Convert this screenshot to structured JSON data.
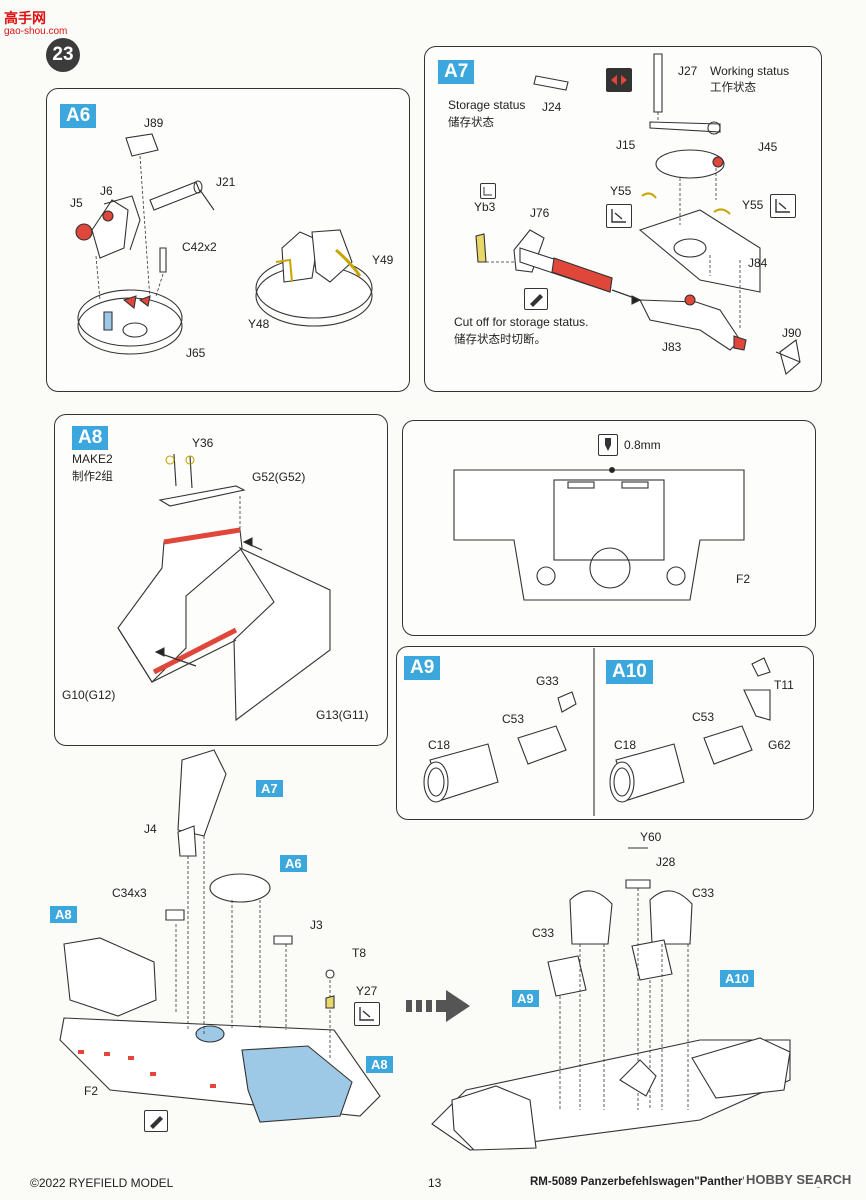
{
  "watermark": {
    "brand": "高手网",
    "url": "gao-shou.com"
  },
  "step_number": "23",
  "panels": {
    "a6": {
      "tag": "A6",
      "labels": {
        "j89": "J89",
        "j21": "J21",
        "j6": "J6",
        "j5": "J5",
        "c42": "C42x2",
        "y49": "Y49",
        "y48": "Y48",
        "j65": "J65"
      }
    },
    "a7": {
      "tag": "A7",
      "labels": {
        "j27": "J27",
        "working_en": "Working status",
        "working_cn": "工作状态",
        "storage_en": "Storage status",
        "storage_cn": "储存状态",
        "j24": "J24",
        "j15": "J15",
        "j45": "J45",
        "yb3": "Yb3",
        "j76": "J76",
        "y55a": "Y55",
        "y55b": "Y55",
        "j84": "J84",
        "cutoff_en": "Cut off for storage status.",
        "cutoff_cn": "储存状态时切断。",
        "j83": "J83",
        "j90": "J90"
      }
    },
    "a8": {
      "tag": "A8",
      "labels": {
        "make_en": "MAKE2",
        "make_cn": "制作2组",
        "y36": "Y36",
        "g52": "G52(G52)",
        "g10": "G10(G12)",
        "g13": "G13(G11)"
      }
    },
    "f2": {
      "labels": {
        "drill": "0.8mm",
        "f2": "F2"
      }
    },
    "a9": {
      "tag": "A9",
      "labels": {
        "g33": "G33",
        "c53": "C53",
        "c18": "C18"
      }
    },
    "a10": {
      "tag": "A10",
      "labels": {
        "t11": "T11",
        "c53": "C53",
        "c18": "C18",
        "g62": "G62"
      }
    }
  },
  "assembly": {
    "left": {
      "labels": {
        "j4": "J4",
        "c34": "C34x3",
        "j3": "J3",
        "t8": "T8",
        "y27": "Y27",
        "f2": "F2"
      },
      "tags": {
        "a7": "A7",
        "a6": "A6",
        "a8a": "A8",
        "a8b": "A8"
      }
    },
    "right": {
      "labels": {
        "y60": "Y60",
        "j28": "J28",
        "c33a": "C33",
        "c33b": "C33"
      },
      "tags": {
        "a9": "A9",
        "a10": "A10"
      }
    }
  },
  "footer": {
    "copyright": "©2022 RYEFIELD MODEL",
    "page": "13",
    "title": "RM-5089 Panzerbefehlswagen\"Panther\" Ausfuehrung G",
    "logo": "HOBBY SEARCH"
  },
  "colors": {
    "tag_blue": "#3ba7dc",
    "part_red": "#e0473a",
    "photo_etch_yellow": "#e8d86a",
    "tint_blue": "#9ec9e6"
  }
}
